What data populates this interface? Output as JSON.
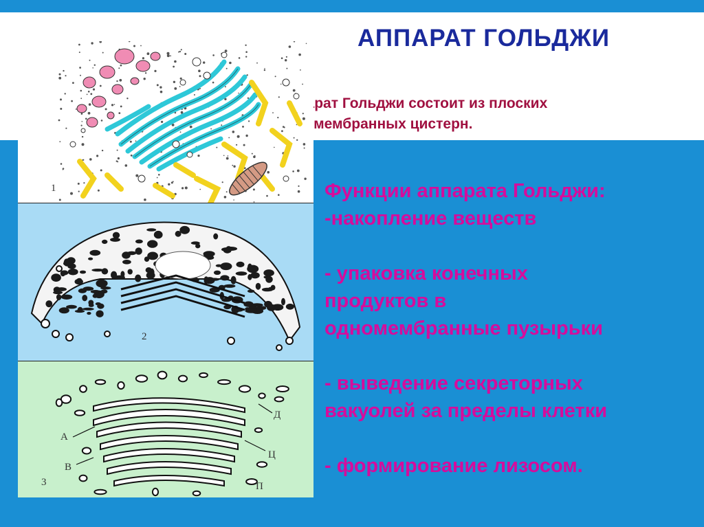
{
  "slide": {
    "title": "АППАРАТ ГОЛЬДЖИ",
    "subtitle_line1": "Аппарат Гольджи состоит из плоских",
    "subtitle_line2": "одномембранных цистерн.",
    "functions_heading": "Функции аппарата Гольджи:",
    "function_1": "-накопление веществ",
    "function_2_line1": "- упаковка конечных",
    "function_2_line2": "продуктов в",
    "function_2_line3": "одномембранные пузырьки",
    "function_3_line1": "- выведение секреторных",
    "function_3_line2": "вакуолей за пределы клетки",
    "function_4": "- формирование лизосом."
  },
  "figures": {
    "fig1_number": "1",
    "fig2_number": "2",
    "fig3_number": "3",
    "fig3_label_a": "А",
    "fig3_label_b": "В",
    "fig3_label_d": "Д",
    "fig3_label_c": "Ц",
    "fig3_label_p": "П"
  },
  "colors": {
    "accent_blue": "#1a8fd4",
    "title_color": "#1a2a9c",
    "subtitle_color": "#a01040",
    "functions_color": "#d60c9c"
  }
}
